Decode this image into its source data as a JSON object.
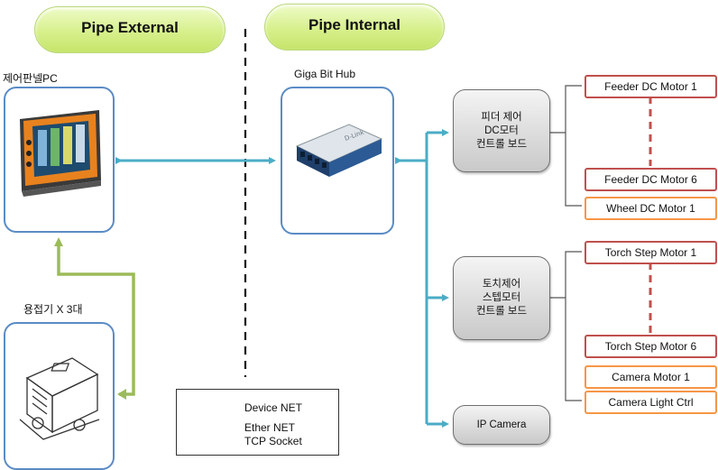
{
  "zones": {
    "external": "Pipe External",
    "internal": "Pipe Internal"
  },
  "nodes": {
    "control_panel_pc": "제어판넬PC",
    "welder": "용접기 X 3대",
    "hub": "Giga Bit Hub"
  },
  "boards": {
    "feeder": [
      "피더 제어",
      "DC모터",
      "컨트롤 보드"
    ],
    "torch": [
      "토치제어",
      "스텝모터",
      "컨트롤 보드"
    ],
    "ip_camera": "IP Camera"
  },
  "motors": {
    "feeder_group": [
      "Feeder DC Motor 1",
      "Feeder DC Motor 6",
      "Wheel DC Motor 1"
    ],
    "torch_group": [
      "Torch Step Motor 1",
      "Torch Step Motor 6",
      "Camera Motor 1",
      "Camera Light Ctrl"
    ]
  },
  "legend": {
    "device_net": "Device  NET",
    "ether_net_line1": "Ether NET",
    "ether_net_line2": "TCP Socket"
  },
  "colors": {
    "device_net": "#9bbb59",
    "ether_net": "#4bacc6",
    "frame": "#5a8cc5",
    "motor_red": "#c0504d",
    "motor_orange": "#f79646"
  },
  "icons": {
    "control_panel_pc": "touch-panel-pc-icon",
    "welder": "welding-machine-icon",
    "hub": "network-switch-icon"
  }
}
